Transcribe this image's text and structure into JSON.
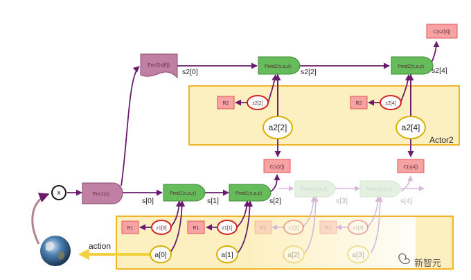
{
  "colors": {
    "edge": "#6a1a6e",
    "edge_faded": "#d6b7d8",
    "pred_fill": "#66bb5a",
    "pred_faded": "#d9ecd4",
    "enc_fill": "#c080a4",
    "reward_fill": "#f7a3a3",
    "reward_stroke": "#e05656",
    "actor_fill": "#fdf0c0",
    "actor_stroke": "#f0b429",
    "action_arrow": "#f4d03f",
    "circle_red": "#d62020",
    "circle_gold": "#d8b000"
  },
  "nodes": {
    "x": "x",
    "enc1": "Enc1(x)",
    "enc2": "Enc2(s[0])",
    "pred1_a": "Pred1(s,a,z)",
    "pred1_b": "Pred1(s,a,z)",
    "pred2_a": "Pred2(s,a,z)",
    "pred2_b": "Pred2(s,a,z)",
    "c_s2_2": "C(s[2])",
    "c_s2_4": "C(s[4])",
    "c_s2top": "C(s2[4])",
    "r1_a": "R1",
    "r1_b": "R1",
    "r2_a": "R2",
    "r2_b": "R2",
    "z1_0": "z1[0]",
    "z1_1": "z1[1]",
    "z2_2": "z2[2]",
    "z2_4": "z2[4]",
    "a0": "a[0]",
    "a1": "a[1]",
    "a2_2": "a2[2]",
    "a2_4": "a2[4]"
  },
  "labels": {
    "s0": "s[0]",
    "s1": "s[1]",
    "s2": "s[2]",
    "s3": "s[3]",
    "s4": "s[4]",
    "s2_0": "s2[0]",
    "s2_2": "s2[2]",
    "s2_4": "s2[4]",
    "action": "action",
    "actor2": "Actor2"
  },
  "faded": {
    "pred_a": "Pred1(s,a,z)",
    "pred_b": "Pred1(s,a,z)",
    "r1_c": "R1",
    "r1_d": "R1",
    "z1_2": "z1[2]",
    "z1_3": "z1[3]",
    "a2": "a[2]",
    "a3": "a[3]"
  },
  "watermark": "新智元"
}
